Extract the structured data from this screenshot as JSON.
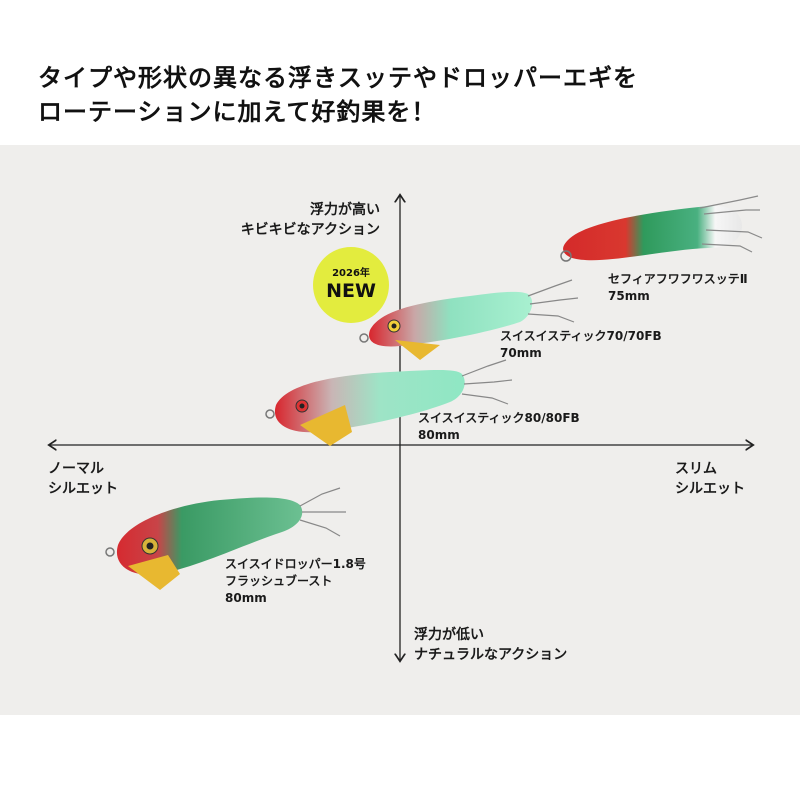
{
  "headline": {
    "line1": "タイプや形状の異なる浮きスッテやドロッパーエギを",
    "line2": "ローテーションに加えて好釣果を！"
  },
  "axes": {
    "top": [
      "浮力が高い",
      "キビキビなアクション"
    ],
    "bottom": [
      "浮力が低い",
      "ナチュラルなアクション"
    ],
    "left": [
      "ノーマル",
      "シルエット"
    ],
    "right": [
      "スリム",
      "シルエット"
    ]
  },
  "badge": {
    "year": "2026年",
    "label": "NEW"
  },
  "products": [
    {
      "name": "セフィアフワフワスッテⅡ",
      "size": "75mm"
    },
    {
      "name": "スイスイスティック70/70FB",
      "size": "70mm"
    },
    {
      "name": "スイスイスティック80/80FB",
      "size": "80mm"
    },
    {
      "name": "スイスイドロッパー1.8号",
      "sub": "フラッシュブースト",
      "size": "80mm"
    }
  ],
  "colors": {
    "panel": "#efeeec",
    "badge": "#e3ec3e",
    "axis": "#222222"
  }
}
